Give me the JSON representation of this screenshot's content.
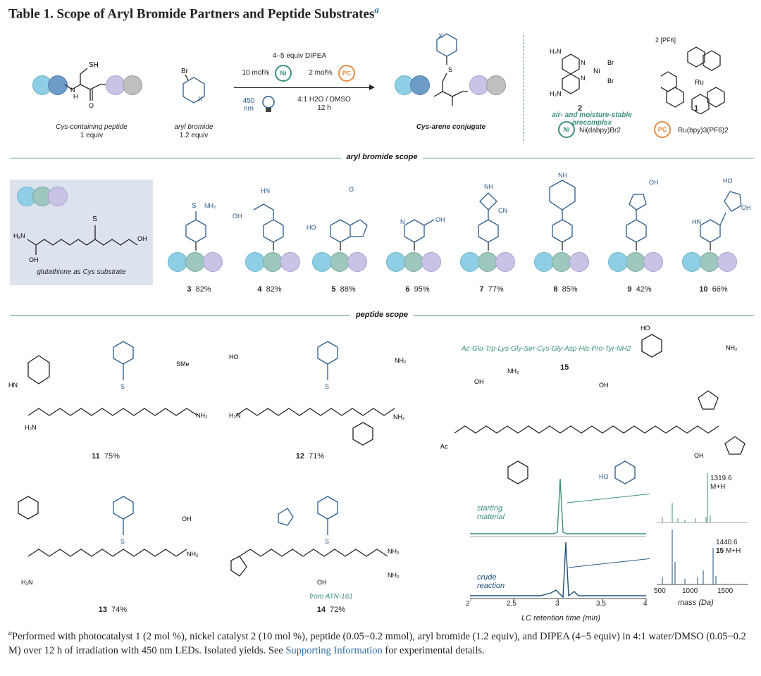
{
  "title": {
    "text": "Table 1. Scope of Aryl Bromide Partners and Peptide Substrates",
    "sup": "a"
  },
  "scheme": {
    "dipea": "4–5 equiv DIPEA",
    "ni_loading": "10 mol%",
    "pc_loading": "2 mol%",
    "ni_badge": "Ni",
    "pc_badge": "PC",
    "light_nm_1": "450",
    "light_nm_2": "nm",
    "solvent": "4:1 H2O / DMSO",
    "time": "12 h",
    "sh": "SH",
    "br": "Br",
    "x": "X",
    "s": "S",
    "cys_peptide": "Cys-containing peptide",
    "cys_equiv": "1 equiv",
    "aryl_bromide": "aryl bromide",
    "aryl_equiv": "1.2 equiv",
    "product": "Cys-arene conjugate",
    "complex2_label": "2",
    "complex2_note": "air- and moisture-stable precomplex",
    "ni_name": "Ni(dabpy)Br2",
    "complex1_label": "1",
    "complex1_salt": "2 [PF6]",
    "ru_name": "Ru(bpy)3(PF6)2"
  },
  "sections": {
    "aryl": "aryl bromide scope",
    "peptide": "peptide scope"
  },
  "glutathione": {
    "label": "glutathione as Cys substrate"
  },
  "aryl_scope": [
    {
      "id": "3",
      "yield": "82%"
    },
    {
      "id": "4",
      "yield": "82%"
    },
    {
      "id": "5",
      "yield": "88%"
    },
    {
      "id": "6",
      "yield": "95%"
    },
    {
      "id": "7",
      "yield": "77%"
    },
    {
      "id": "8",
      "yield": "85%"
    },
    {
      "id": "9",
      "yield": "42%"
    },
    {
      "id": "10",
      "yield": "66%"
    }
  ],
  "peptide_scope": [
    {
      "id": "11",
      "yield": "75%"
    },
    {
      "id": "12",
      "yield": "71%"
    },
    {
      "id": "13",
      "yield": "74%"
    },
    {
      "id": "14",
      "yield": "72%",
      "note": "from ATN-161"
    }
  ],
  "peptide15": {
    "sequence": "Ac-Glu-Trp-Lys-Gly-Ser-Cys-Gly-Asp-His-Pro-Tyr-NH2",
    "id": "15"
  },
  "lcms": {
    "starting_label_1": "starting",
    "starting_label_2": "material",
    "crude_label_1": "crude",
    "crude_label_2": "reaction",
    "xlabel": "LC retention time (min)",
    "xticks": [
      "2",
      "2.5",
      "3",
      "3.5",
      "4"
    ],
    "mass_xlabel": "mass (Da)",
    "mass_ticks": [
      "500",
      "1000",
      "1500"
    ],
    "mass1_value": "1319.6",
    "mass1_ion": "M+H",
    "mass2_value": "1440.6",
    "mass2_id": "15",
    "mass2_ion": "M+H",
    "color": "#3c8f7f",
    "color2": "#1e4f7c"
  },
  "footnote": {
    "sup": "a",
    "text1": "Performed with photocatalyst 1 (2 mol %), nickel catalyst 2 (10 mol %), peptide (0.05−0.2 mmol), aryl bromide (1.2 equiv), and DIPEA (4−5 equiv) in 4:1 water/DMSO (0.05−0.2 M) over 12 h of irradiation with 450 nm LEDs. Isolated yields. See",
    "link": "Supporting Information",
    "text2": "for experimental details."
  }
}
